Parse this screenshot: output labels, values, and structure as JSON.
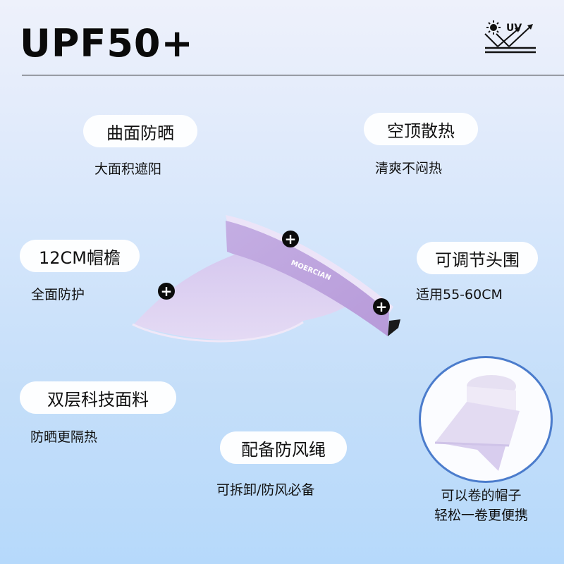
{
  "header": {
    "title": "UPF50+",
    "uv_badge": {
      "label": "UV",
      "icon": "uv-reflection-icon"
    }
  },
  "features": [
    {
      "title": "曲面防晒",
      "subtitle": "大面积遮阳"
    },
    {
      "title": "空顶散热",
      "subtitle": "清爽不闷热"
    },
    {
      "title": "12CM帽檐",
      "subtitle": "全面防护"
    },
    {
      "title": "可调节头围",
      "subtitle": "适用55-60CM"
    },
    {
      "title": "双层科技面料",
      "subtitle": "防晒更隔热"
    },
    {
      "title": "配备防风绳",
      "subtitle": "可拆卸/防风必备"
    }
  ],
  "product": {
    "brand": "MOERCIAN",
    "hotspot_symbol": "+",
    "colors": {
      "brim": "#dccdf0",
      "band": "#bfa6de",
      "edge": "#efe8f8"
    }
  },
  "rollup_inset": {
    "caption_line1": "可以卷的帽子",
    "caption_line2": "轻松一卷更便携",
    "border_color": "#4b7ccc"
  },
  "colors": {
    "bg_top": "#eef1fb",
    "bg_bottom": "#b6d9fb",
    "pill_bg": "#fdfeff",
    "text": "#111111"
  }
}
